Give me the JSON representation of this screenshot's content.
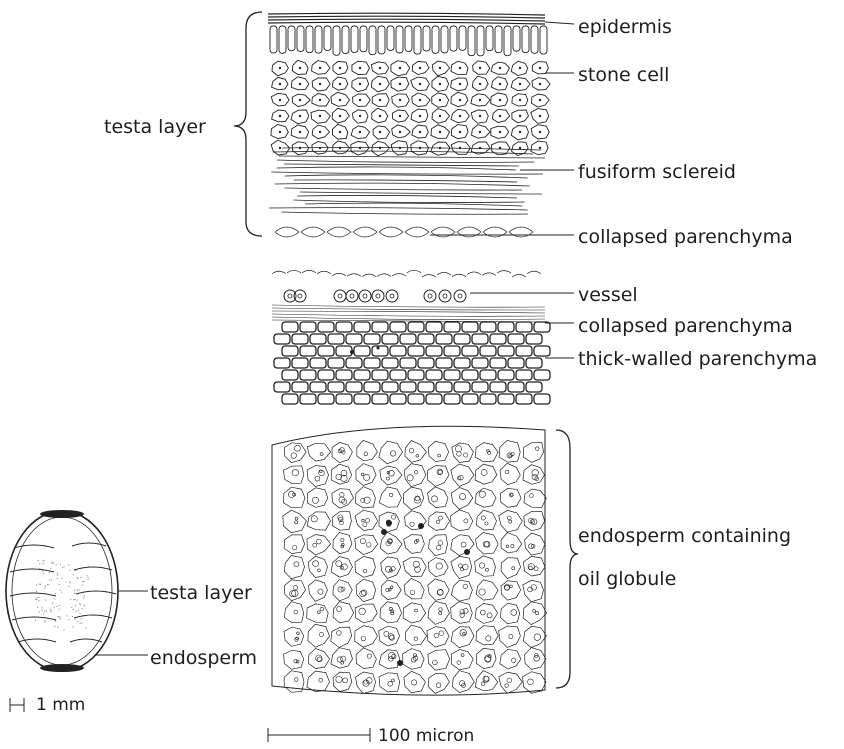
{
  "labels": {
    "testa_layer": "testa layer",
    "epidermis": "epidermis",
    "stone_cell": "stone cell",
    "fusiform_sclereid": "fusiform sclereid",
    "collapsed_parenchyma_1": "collapsed parenchyma",
    "vessel": "vessel",
    "collapsed_parenchyma_2": "collapsed parenchyma",
    "thick_walled_parenchyma": "thick-walled parenchyma",
    "endosperm_containing_1": "endosperm containing",
    "endosperm_containing_2": "oil globule",
    "seed_testa_layer": "testa layer",
    "seed_endosperm": "endosperm"
  },
  "scale_bars": {
    "seed": "1 mm",
    "tissue": "100 micron"
  },
  "colors": {
    "ink": "#222222",
    "paper": "#ffffff"
  }
}
